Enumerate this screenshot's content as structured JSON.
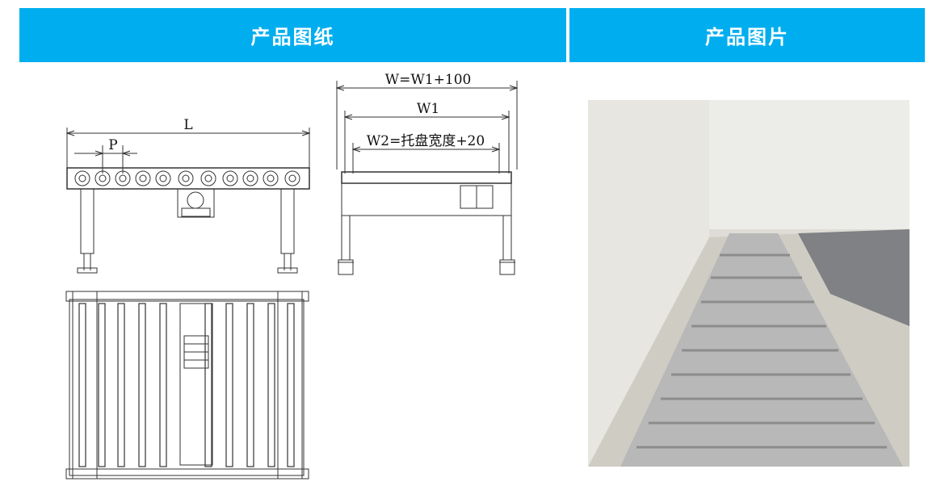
{
  "headers": {
    "drawing": "产品图纸",
    "photo": "产品图片"
  },
  "drawing_labels": {
    "length": "L",
    "pitch": "P",
    "total_width": "W=W1+100",
    "w1": "W1",
    "w2": "W2=托盘宽度+20"
  },
  "colors": {
    "header_bg": "#00aeef",
    "header_text": "#ffffff",
    "line": "#333333"
  }
}
